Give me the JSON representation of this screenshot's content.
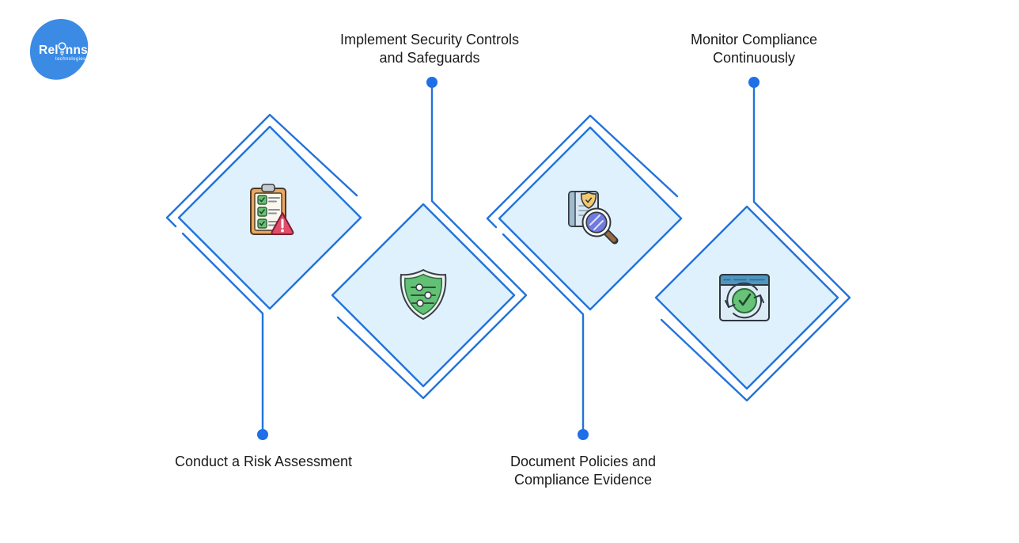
{
  "logo": {
    "brand_prefix": "Rel",
    "brand_suffix": "nns",
    "subtitle": "technologies"
  },
  "colors": {
    "line": "#2273DB",
    "fill": "#DFF1FC",
    "dot": "#1E6FE8",
    "text": "#1B1B1B",
    "brand": "#3B8BE4"
  },
  "icon_palette": {
    "clipboard_tan": "#E9A95F",
    "warning_red": "#E14D68",
    "check_green": "#6CC178",
    "shield_green": "#63C175",
    "lens_purple": "#707BDE",
    "handle_brown": "#9A6B45",
    "window_blue": "#4E95C0",
    "badge_yellow": "#F2C86F"
  },
  "steps": [
    {
      "id": 1,
      "label": "Conduct a Risk Assessment",
      "label_lines": [
        "Conduct a Risk Assessment"
      ],
      "label_position": "bottom",
      "icon": "risk-assessment-clipboard-warning-icon"
    },
    {
      "id": 2,
      "label": "Implement Security Controls and Safeguards",
      "label_lines": [
        "Implement Security Controls",
        "and Safeguards"
      ],
      "label_position": "top",
      "icon": "security-controls-shield-sliders-icon"
    },
    {
      "id": 3,
      "label": "Document Policies and Compliance Evidence",
      "label_lines": [
        "Document Policies and",
        "Compliance Evidence"
      ],
      "label_position": "bottom",
      "icon": "policy-evidence-document-magnifier-icon"
    },
    {
      "id": 4,
      "label": "Monitor Compliance Continuously",
      "label_lines": [
        "Monitor Compliance",
        "Continuously"
      ],
      "label_position": "top",
      "icon": "monitor-compliance-browser-refresh-icon"
    }
  ]
}
